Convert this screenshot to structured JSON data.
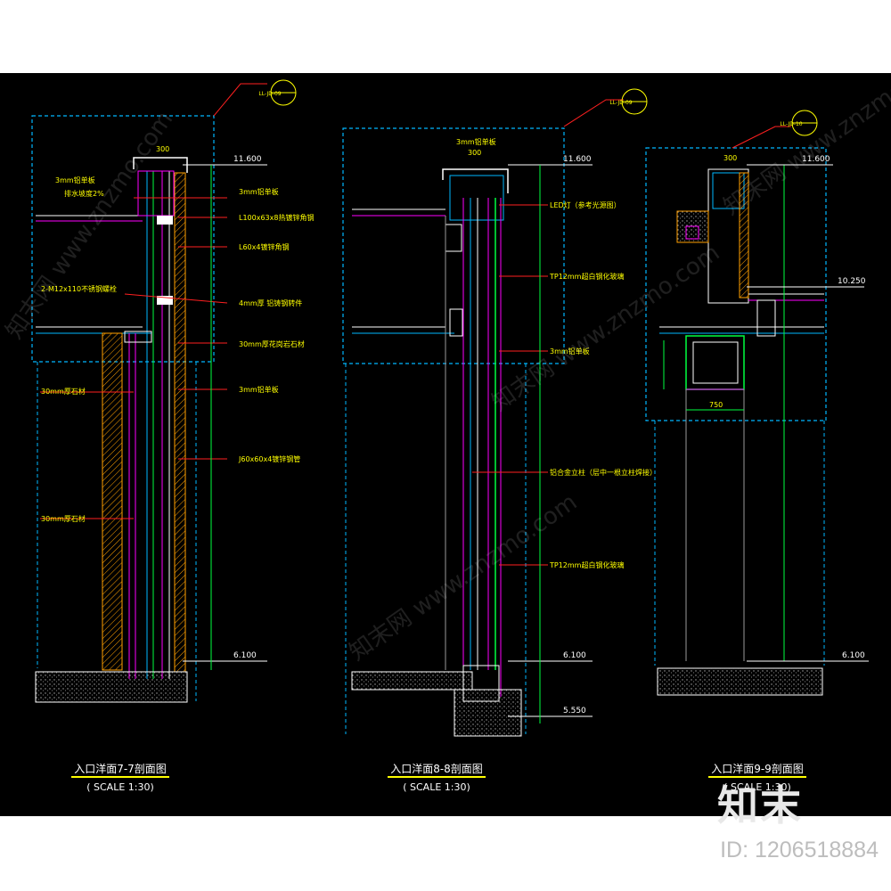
{
  "sections": [
    {
      "title": "入口洋面7-7剖面图",
      "scale": "( SCALE 1:30)",
      "detail_ref": "LL-JD-09",
      "levels": [
        "11.600",
        "6.100"
      ],
      "dim_top": "300",
      "annotations": [
        "3mm铝单板",
        "排水坡度2%",
        "3mm铝单板",
        "L100x63x8热镀锌角钢",
        "L60x4镀锌角钢",
        "2-M12x110不锈钢螺栓",
        "4mm厚 铝铸钢转件",
        "30mm厚花岗岩石材",
        "3mm铝单板",
        "30mm厚石材",
        "J60x60x4镀锌钢管",
        "30mm厚石材"
      ]
    },
    {
      "title": "入口洋面8-8剖面图",
      "scale": "( SCALE 1:30)",
      "detail_ref": "LL-JD-09",
      "levels": [
        "11.600",
        "6.100",
        "5.550"
      ],
      "dim_top": "300",
      "annotations": [
        "3mm铝单板",
        "LED灯（参考光源图）",
        "TP12mm超白钢化玻璃",
        "3mm铝单板",
        "铝合金立柱（层中一根立柱焊接）",
        "TP12mm超白钢化玻璃"
      ]
    },
    {
      "title": "入口洋面9-9剖面图",
      "scale": "( SCALE 1:30)",
      "detail_ref": "LL-JD-10",
      "levels": [
        "11.600",
        "10.250",
        "6.100"
      ],
      "dim_top": "300",
      "dim_bottom": "750",
      "annotations": []
    }
  ],
  "watermark": "知末网 www.znzmo.com",
  "brand": "知末",
  "id_label": "ID: 1206518884",
  "colors": {
    "background": "#000000",
    "cyan": "#00b7ff",
    "magenta": "#ff00ff",
    "yellow": "#ffff00",
    "red": "#ff2020",
    "green": "#00ff40",
    "white": "#ffffff",
    "gray": "#9a9a9a"
  }
}
